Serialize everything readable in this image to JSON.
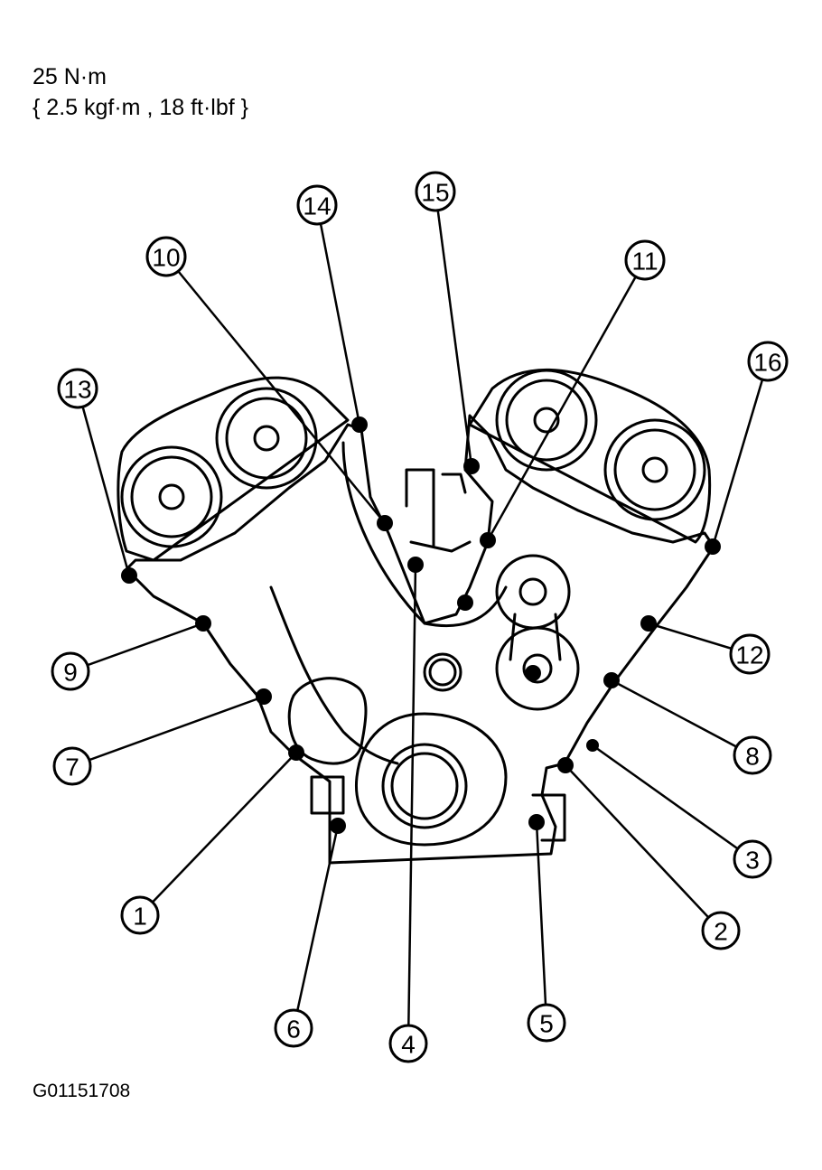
{
  "torque": {
    "line1": "25 N·m",
    "line2": "{ 2.5 kgf·m , 18 ft·lbf }"
  },
  "figure_id": "G01151708",
  "callouts": [
    {
      "label": "1"
    },
    {
      "label": "2"
    },
    {
      "label": "3"
    },
    {
      "label": "4"
    },
    {
      "label": "5"
    },
    {
      "label": "6"
    },
    {
      "label": "7"
    },
    {
      "label": "8"
    },
    {
      "label": "9"
    },
    {
      "label": "10"
    },
    {
      "label": "11"
    },
    {
      "label": "12"
    },
    {
      "label": "13"
    },
    {
      "label": "14"
    },
    {
      "label": "15"
    },
    {
      "label": "16"
    }
  ]
}
